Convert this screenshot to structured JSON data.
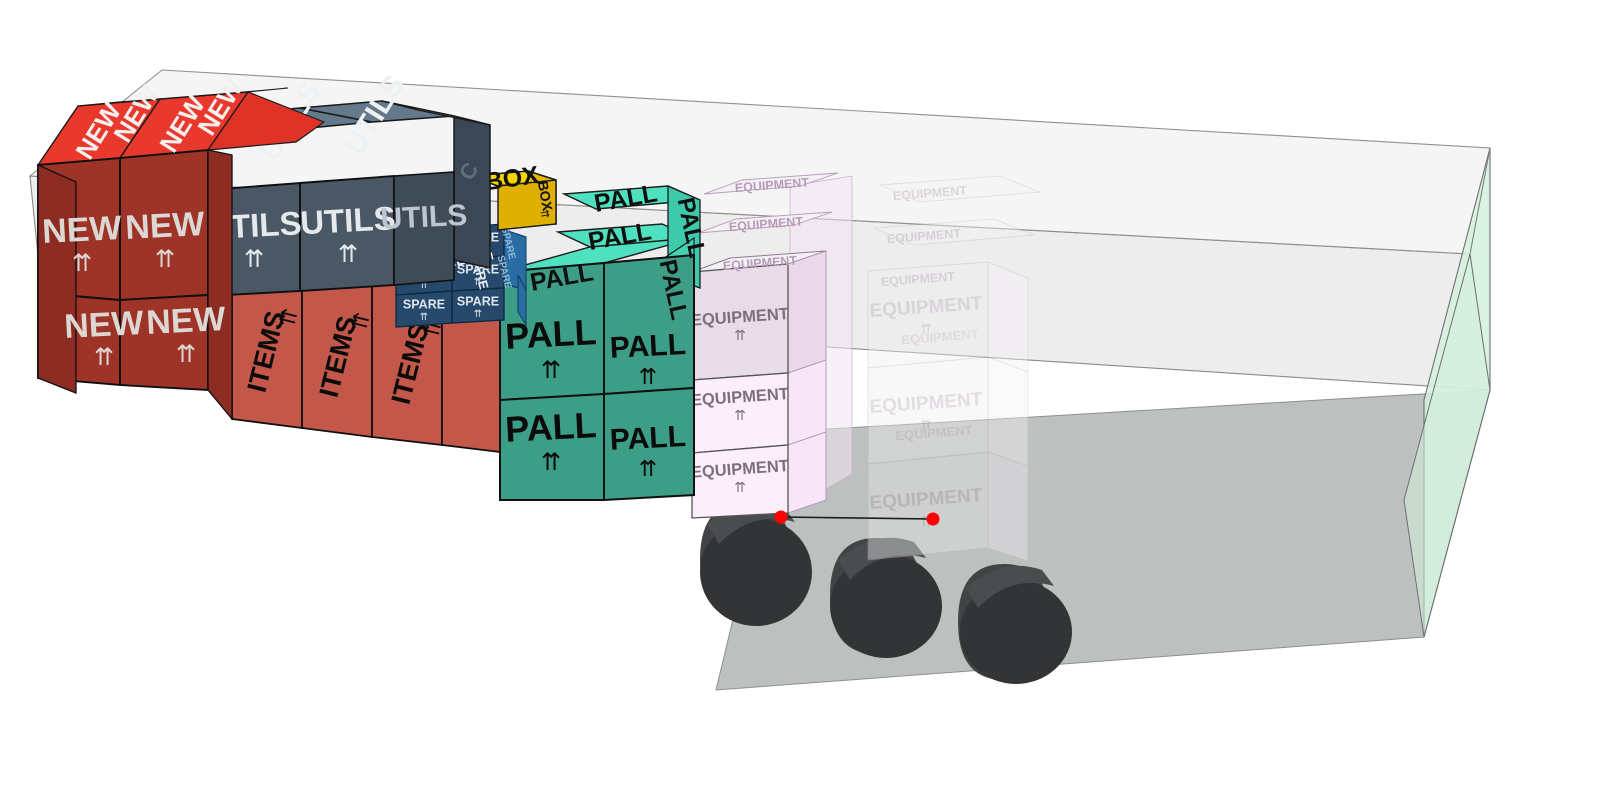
{
  "scene": {
    "title": "truck-loading-3d-view",
    "background_color": "#ffffff"
  },
  "trailer": {
    "name": "semi-trailer",
    "deck_color": "#ededed",
    "side_panel_color": "#bcc0bf",
    "wall_color": "#f2f2f2",
    "wall_edge_color": "#8a8a8a",
    "rear_panel_color": "#d4f0dd",
    "rear_panel_edge": "#6f6f6f",
    "wheel_color": "#323436",
    "wheel_side_color": "#4a4c4e",
    "wheel_count": 3
  },
  "measurement": {
    "name": "placement-measure-line",
    "marker_color": "#ff0000",
    "line_color": "#1a1a1a",
    "point_a": [
      781,
      517
    ],
    "point_b": [
      933,
      519
    ]
  },
  "legend_colors": {
    "new": "#9e3328",
    "new_top": "#e8392c",
    "utils": "#4a5865",
    "utils_top": "#64798c",
    "items": "#c2574a",
    "spare": "#27496b",
    "spare_top": "#2f7fc0",
    "box": "#e8b800",
    "box_top": "#f5d400",
    "pall": "#3d9e88",
    "pall_top": "#4fe0c0",
    "equipment": "#fae4f5",
    "equipment_top": "#f0e6f0",
    "ghost": "#efefef"
  },
  "cargo": {
    "groups": [
      {
        "key": "new",
        "label": "NEW",
        "count": 4,
        "orientation": "upright",
        "text_color": "#ddd7d3"
      },
      {
        "key": "utils",
        "label": "UTILS",
        "count": 2,
        "orientation": "upright",
        "text_color": "#e6e9ec"
      },
      {
        "key": "items",
        "label": "ITEMS",
        "count": 3,
        "orientation": "rotated",
        "text_color": "#111111"
      },
      {
        "key": "spare",
        "label": "SPARE",
        "count": 12,
        "orientation": "upright",
        "text_color": "#dde6ef"
      },
      {
        "key": "box",
        "label": "BOX",
        "count": 1,
        "orientation": "upright",
        "text_color": "#111111"
      },
      {
        "key": "pall",
        "label": "PALL",
        "count": 8,
        "orientation": "upright",
        "text_color": "#111111"
      },
      {
        "key": "equipment",
        "label": "EQUIPMENT",
        "count": 6,
        "orientation": "upright",
        "text_color": "#8e7f8e"
      }
    ],
    "fragile_arrow": "⇈"
  },
  "labels": {
    "new": "NEW",
    "utils": "UTILS",
    "items": "ITEMS",
    "spare": "SPARE",
    "box": "BOX",
    "pall": "PALL",
    "equipment": "EQUIPMENT",
    "partial_c": "C",
    "arrow": "⇈"
  }
}
